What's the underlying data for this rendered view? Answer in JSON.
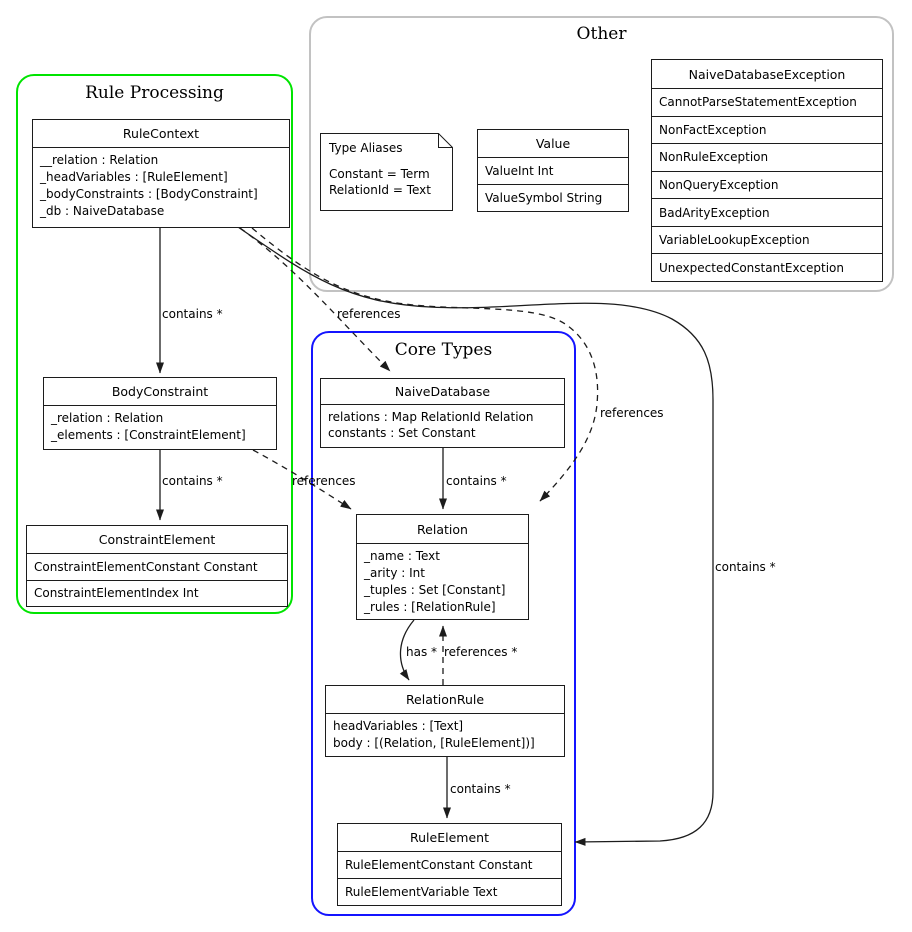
{
  "groups": {
    "rule_processing": {
      "title": "Rule Processing"
    },
    "other": {
      "title": "Other"
    },
    "core_types": {
      "title": "Core Types"
    }
  },
  "classes": {
    "rule_context": {
      "name": "RuleContext",
      "attrs": [
        "__relation : Relation",
        "_headVariables : [RuleElement]",
        "_bodyConstraints : [BodyConstraint]",
        "_db : NaiveDatabase"
      ]
    },
    "body_constraint": {
      "name": "BodyConstraint",
      "attrs": [
        "_relation : Relation",
        "_elements : [ConstraintElement]"
      ]
    },
    "constraint_element": {
      "name": "ConstraintElement",
      "rows": [
        "ConstraintElementConstant Constant",
        "ConstraintElementIndex Int"
      ]
    },
    "value": {
      "name": "Value",
      "rows": [
        "ValueInt Int",
        "ValueSymbol String"
      ]
    },
    "exceptions": {
      "name": "NaiveDatabaseException",
      "rows": [
        "CannotParseStatementException",
        "NonFactException",
        "NonRuleException",
        "NonQueryException",
        "BadArityException",
        "VariableLookupException",
        "UnexpectedConstantException"
      ]
    },
    "naive_database": {
      "name": "NaiveDatabase",
      "attrs": [
        "relations : Map RelationId Relation",
        "constants : Set Constant"
      ]
    },
    "relation": {
      "name": "Relation",
      "attrs": [
        "_name : Text",
        "_arity : Int",
        "_tuples : Set [Constant]",
        "_rules : [RelationRule]"
      ]
    },
    "relation_rule": {
      "name": "RelationRule",
      "attrs": [
        "headVariables : [Text]",
        "body : [(Relation, [RuleElement])]"
      ]
    },
    "rule_element": {
      "name": "RuleElement",
      "rows": [
        "RuleElementConstant Constant",
        "RuleElementVariable Text"
      ]
    }
  },
  "note": {
    "title": "Type Aliases",
    "lines": [
      "Constant = Term",
      "RelationId = Text"
    ]
  },
  "edge_labels": {
    "rc_bc": "contains *",
    "rc_db": "references",
    "rc_rel": "references",
    "rc_re": "contains *",
    "bc_ce": "contains *",
    "bc_rel": "references",
    "db_rel": "contains *",
    "rel_rr": "has *",
    "rr_rel": "references *",
    "rr_re": "contains *"
  },
  "colors": {
    "rule_processing_border": "#00e400",
    "core_types_border": "#1414ff",
    "other_border": "#c2c2c2",
    "line": "#1c1c1c"
  }
}
